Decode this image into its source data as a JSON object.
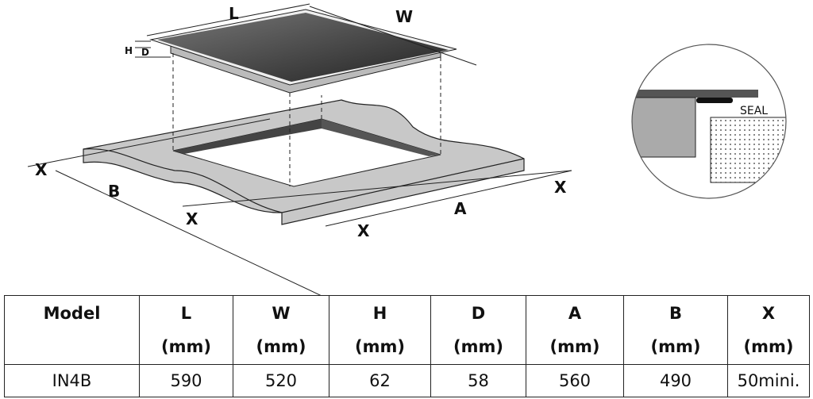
{
  "diagram": {
    "labels": {
      "L": "L",
      "W": "W",
      "H": "H",
      "D": "D",
      "A": "A",
      "B": "B",
      "X": "X"
    },
    "seal_label": "SEAL"
  },
  "table": {
    "headers": [
      {
        "name": "Model",
        "unit": ""
      },
      {
        "name": "L",
        "unit": "(mm)"
      },
      {
        "name": "W",
        "unit": "(mm)"
      },
      {
        "name": "H",
        "unit": "(mm)"
      },
      {
        "name": "D",
        "unit": "(mm)"
      },
      {
        "name": "A",
        "unit": "(mm)"
      },
      {
        "name": "B",
        "unit": "(mm)"
      },
      {
        "name": "X",
        "unit": "(mm)"
      }
    ],
    "rows": [
      [
        "IN4B",
        "590",
        "520",
        "62",
        "58",
        "560",
        "490",
        "50mini."
      ]
    ]
  }
}
